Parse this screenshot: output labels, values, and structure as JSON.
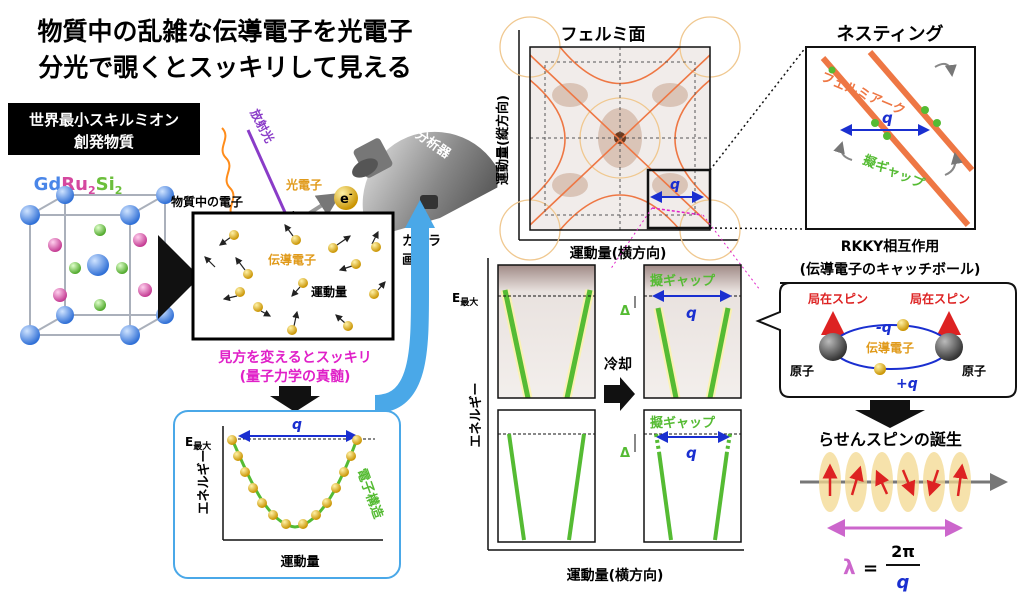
{
  "title": {
    "line1": "物質中の乱雑な伝導電子を光電子",
    "line2": "分光で覗くとスッキリして見える"
  },
  "material_box": {
    "line1": "世界最小スキルミオン",
    "line2": "創発物質"
  },
  "formula": {
    "gd": "Gd",
    "ru": "Ru",
    "ru_sub": "2",
    "si": "Si",
    "si_sub": "2"
  },
  "colors": {
    "gd": "#4a86e8",
    "ru": "#d5489f",
    "si": "#6cbf3c",
    "q": "#1a2fd0",
    "gap": "#55bb33",
    "magenta": "#e020c8",
    "light_blue": "#4aa8e8",
    "arc": "#ee7744",
    "spin": "#dd2222"
  },
  "left": {
    "radiation": "放射光",
    "photoelectron": "光電子",
    "electron_symbol": "e",
    "electron_sup": "-",
    "analyzer": "電子分析器",
    "electrons_in_material": "物質中の電子",
    "conduction_electron": "伝導電子",
    "momentum": "運動量",
    "camera": "カメラ",
    "image": "画像",
    "perspective": "見方を変えるとスッキリ",
    "perspective_sub": "(量子力学の真髄)",
    "e_max": "E",
    "e_max_sub": "最大",
    "q": "q",
    "y_axis": "エネルギー",
    "x_axis": "運動量",
    "electronic_structure": "電子構造"
  },
  "center": {
    "fermi_title": "フェルミ面",
    "y_axis": "運動量(縦方向)",
    "x_axis": "運動量(横方向)",
    "q": "q",
    "panel_y_axis": "エネルギー",
    "e_max": "E",
    "e_max_sub": "最大",
    "delta": "Δ",
    "gap": "擬ギャップ",
    "cooling": "冷却",
    "bottom_x_axis": "運動量(横方向)"
  },
  "nesting": {
    "title": "ネスティング",
    "fermi_arc": "フェルミアーク",
    "q": "q",
    "gap": "擬ギャップ"
  },
  "rkky": {
    "title": "RKKY相互作用",
    "subtitle": "(伝導電子のキャッチボール)",
    "local_spin_left": "局在スピン",
    "local_spin_right": "局在スピン",
    "minus_q": "-q",
    "plus_q": "+q",
    "conduction_electron": "伝導電子",
    "atom_left": "原子",
    "atom_right": "原子",
    "helix_title": "らせんスピンの誕生",
    "lambda": "λ",
    "equals": "=",
    "two_pi": "2π",
    "q": "q"
  }
}
